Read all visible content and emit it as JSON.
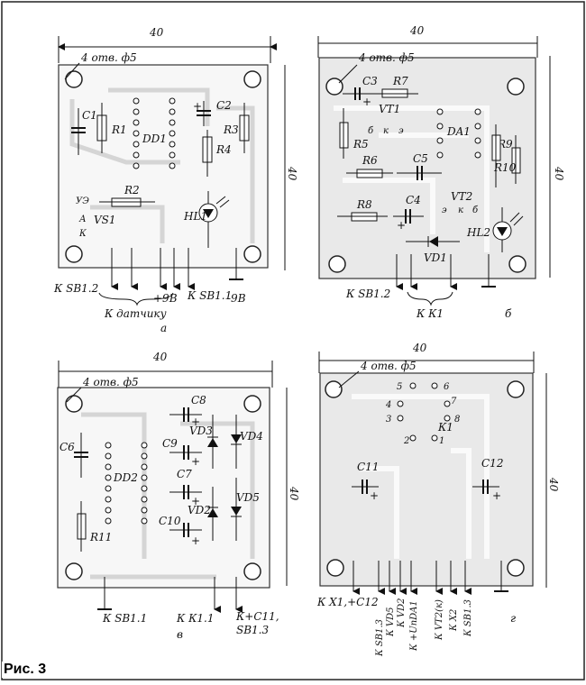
{
  "figure_caption": "Рис. 3",
  "boards": {
    "a": {
      "letter": "а",
      "dimension_top": "40",
      "dimension_side": "40",
      "holes_note": "4 отв. ф5",
      "components": [
        "C1",
        "R1",
        "DD1",
        "C2",
        "R3",
        "R4",
        "R2",
        "VS1",
        "HL1"
      ],
      "pin_labels": [
        "УЭ",
        "А",
        "К"
      ],
      "polarity_mark": "+",
      "connections": [
        "К SB1.2",
        "+9В",
        "К SB1.1",
        "-9В"
      ],
      "group_label": "К датчику"
    },
    "b": {
      "letter": "б",
      "dimension_top": "40",
      "dimension_side": "40",
      "holes_note": "4 отв. ф5",
      "components": [
        "C3",
        "R7",
        "VT1",
        "R5",
        "DA1",
        "R6",
        "C5",
        "R9",
        "R10",
        "R8",
        "C4",
        "VT2",
        "HL2",
        "VD1"
      ],
      "pin_labels_vt1": [
        "б",
        "к",
        "э"
      ],
      "pin_labels_vt2": [
        "э",
        "к",
        "б"
      ],
      "polarity_marks": [
        "+",
        "+"
      ],
      "connections": [
        "К SB1.2"
      ],
      "group_label": "К К1"
    },
    "c": {
      "letter": "в",
      "dimension_top": "40",
      "dimension_side": "40",
      "holes_note": "4 отв. ф5",
      "components": [
        "С6",
        "C8",
        "VD3",
        "VD4",
        "C9",
        "DD2",
        "C7",
        "VD5",
        "C10",
        "VD2",
        "R11"
      ],
      "polarity_marks": [
        "+",
        "+",
        "+",
        "+"
      ],
      "connections": [
        "К SB1.1",
        "К К1.1",
        "К+C11,",
        "SB1.3"
      ]
    },
    "d": {
      "letter": "г",
      "dimension_top": "40",
      "dimension_side": "40",
      "holes_note": "4 отв. ф5",
      "relay": "К1",
      "relay_pins": [
        "1",
        "2",
        "3",
        "4",
        "5",
        "6",
        "7",
        "8"
      ],
      "components": [
        "C11",
        "C12"
      ],
      "polarity_marks": [
        "+",
        "+"
      ],
      "connections": [
        "К X1,+C12",
        "К SB1.3",
        "К VD5",
        "К VD2",
        "К +UпDA1",
        "К VT2(к)",
        "К X2",
        "К SB1.3"
      ]
    }
  }
}
